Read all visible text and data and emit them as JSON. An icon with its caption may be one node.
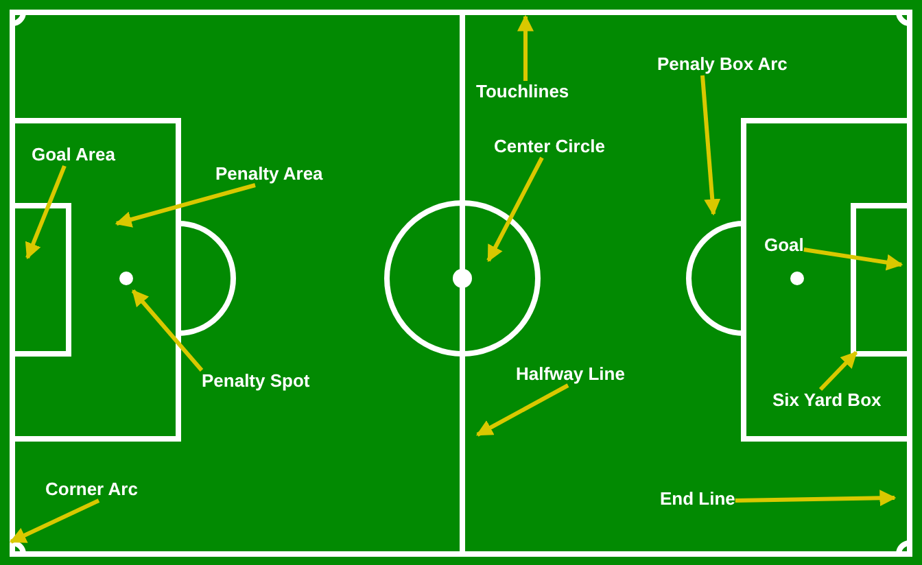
{
  "diagram": {
    "nodes": [
      {
        "text": [
          "Penaly Box Arc"
        ]
      },
      {
        "text": [
          "Touchlines"
        ]
      },
      {
        "text": [
          "Center Circle"
        ]
      },
      {
        "text": [
          "Goal Area"
        ]
      },
      {
        "text": [
          "Penalty Area"
        ]
      },
      {
        "text": [
          "Goal"
        ]
      },
      {
        "text": [
          "Halfway Line"
        ]
      },
      {
        "text": [
          "Penalty Spot"
        ]
      },
      {
        "text": [
          "Six Yard Box"
        ]
      },
      {
        "text": [
          "Corner Arc"
        ]
      },
      {
        "text": [
          "End Line"
        ]
      }
    ],
    "edges": [
      {
        "from": 0,
        "to": null,
        "arrow": "to"
      },
      {
        "from": 1,
        "to": null,
        "arrow": "to"
      },
      {
        "from": 2,
        "to": null,
        "arrow": "to"
      },
      {
        "from": 3,
        "to": null,
        "arrow": "to"
      },
      {
        "from": 4,
        "to": null,
        "arrow": "to"
      },
      {
        "from": 5,
        "to": null,
        "arrow": "to"
      },
      {
        "from": 6,
        "to": null,
        "arrow": "to"
      },
      {
        "from": 7,
        "to": null,
        "arrow": "to"
      },
      {
        "from": 8,
        "to": null,
        "arrow": "to"
      },
      {
        "from": 9,
        "to": null,
        "arrow": "to"
      },
      {
        "from": 10,
        "to": null,
        "arrow": "to"
      }
    ]
  }
}
